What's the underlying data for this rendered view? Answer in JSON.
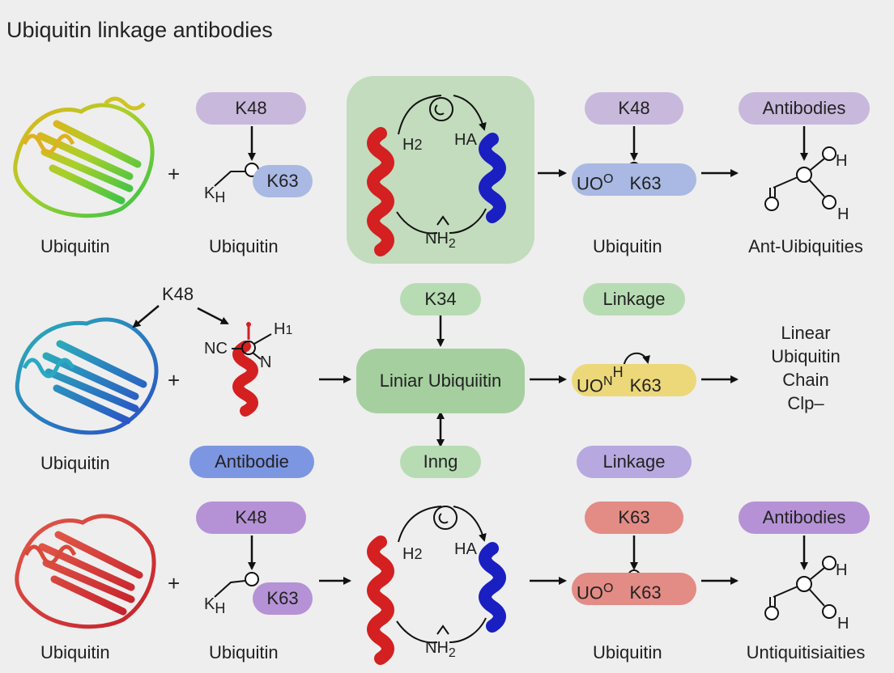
{
  "title": "Ubiquitin linkage antibodies",
  "row1": {
    "protein_label": "Ubiquitin",
    "pill_top": "K48",
    "pill_bind": "K63",
    "k_label": "K",
    "k_sub": "H",
    "sub_label": "Ubiquitin",
    "h2_label": "H",
    "h2_sub": "2",
    "ha_label": "HA",
    "nh2_n": "N",
    "nh2_h": "H",
    "nh2_sub": "2",
    "pill_k48_right": "K48",
    "pill_chain": "UO",
    "pill_chain_sup": "O",
    "pill_chain_k": "K63",
    "right_label": "Ubiquitin",
    "pill_antibodies": "Antibodies",
    "mol_h_top": "H",
    "mol_h_bottom": "H",
    "far_label": "Ant-Uibiquities"
  },
  "row2": {
    "protein_label": "Ubiquitin",
    "k48_label": "K48",
    "nc_label": "NC",
    "n_label": "N",
    "h1_label": "H",
    "h1_sub": "1",
    "pill_antibodie": "Antibodie",
    "pill_k34": "K34",
    "main_box": "Liniar Ubiquiitin",
    "pill_inng": "Inng",
    "pill_linkage_top": "Linkage",
    "pill_chain": "UO",
    "pill_chain_n": "N",
    "pill_chain_h": "H",
    "pill_chain_k": "K63",
    "pill_linkage_bottom": "Linkage",
    "chain_lines": [
      "Linear",
      "Ubiquitin",
      "Chain",
      "Clp–"
    ]
  },
  "row3": {
    "protein_label": "Ubiquitin",
    "pill_top": "K48",
    "pill_bind": "K63",
    "k_label": "K",
    "k_sub": "H",
    "sub_label": "Ubiquitin",
    "h2_label": "H",
    "h2_sub": "2",
    "ha_label": "HA",
    "nh2_n": "N",
    "nh2_h": "H",
    "nh2_sub": "2",
    "pill_k63_right": "K63",
    "pill_chain": "UO",
    "pill_chain_sup": "O",
    "pill_chain_k": "K63",
    "right_label": "Ubiquitin",
    "pill_antibodies": "Antibodies",
    "mol_h_top": "H",
    "mol_h_bottom": "H",
    "far_label": "Untiquitisiaities"
  },
  "plus_sign": "+",
  "colors": {
    "background": "#eeeeee",
    "helix_red": "#d42020",
    "helix_blue": "#1a1fc2",
    "arrow": "#111111"
  }
}
